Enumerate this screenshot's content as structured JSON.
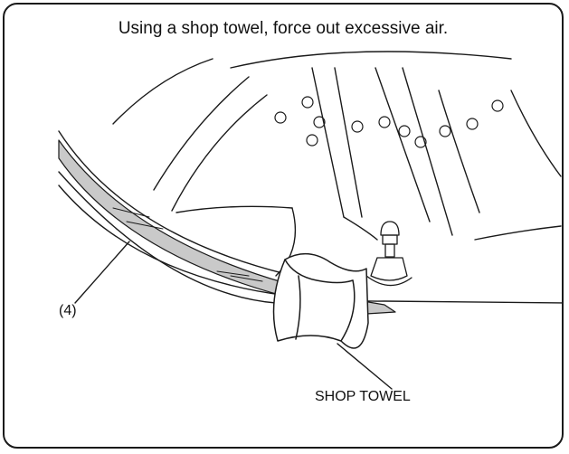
{
  "instruction": "Using a shop towel, force out excessive air.",
  "labels": {
    "part_number": "(4)",
    "towel": "SHOP TOWEL"
  },
  "colors": {
    "line": "#1a1a1a",
    "bead": "#c9c9c9",
    "background": "#ffffff"
  },
  "icons": [
    "wheel-illustration",
    "valve-stem-icon",
    "shop-towel-icon",
    "brake-disc-icon"
  ]
}
